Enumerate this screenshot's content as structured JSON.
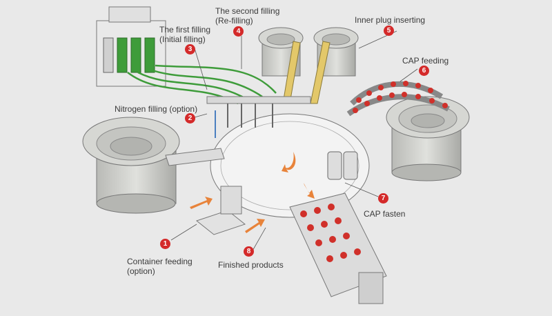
{
  "steps": [
    {
      "num": "1",
      "label": "Container feeding",
      "sub": "(option)"
    },
    {
      "num": "2",
      "label": "Nitrogen filling (option)"
    },
    {
      "num": "3",
      "label": "The first filling",
      "sub": "(Initial filling)"
    },
    {
      "num": "4",
      "label": "The second filling",
      "sub": "(Re-filling)"
    },
    {
      "num": "5",
      "label": "Inner plug inserting"
    },
    {
      "num": "6",
      "label": "CAP feeding"
    },
    {
      "num": "7",
      "label": "CAP fasten"
    },
    {
      "num": "8",
      "label": "Finished products"
    }
  ],
  "colors": {
    "tube": "#3e9c3a",
    "cap": "#d0302a",
    "badge": "#d42a2a",
    "arrow": "#e8833a",
    "machine": "#c9cac6"
  }
}
